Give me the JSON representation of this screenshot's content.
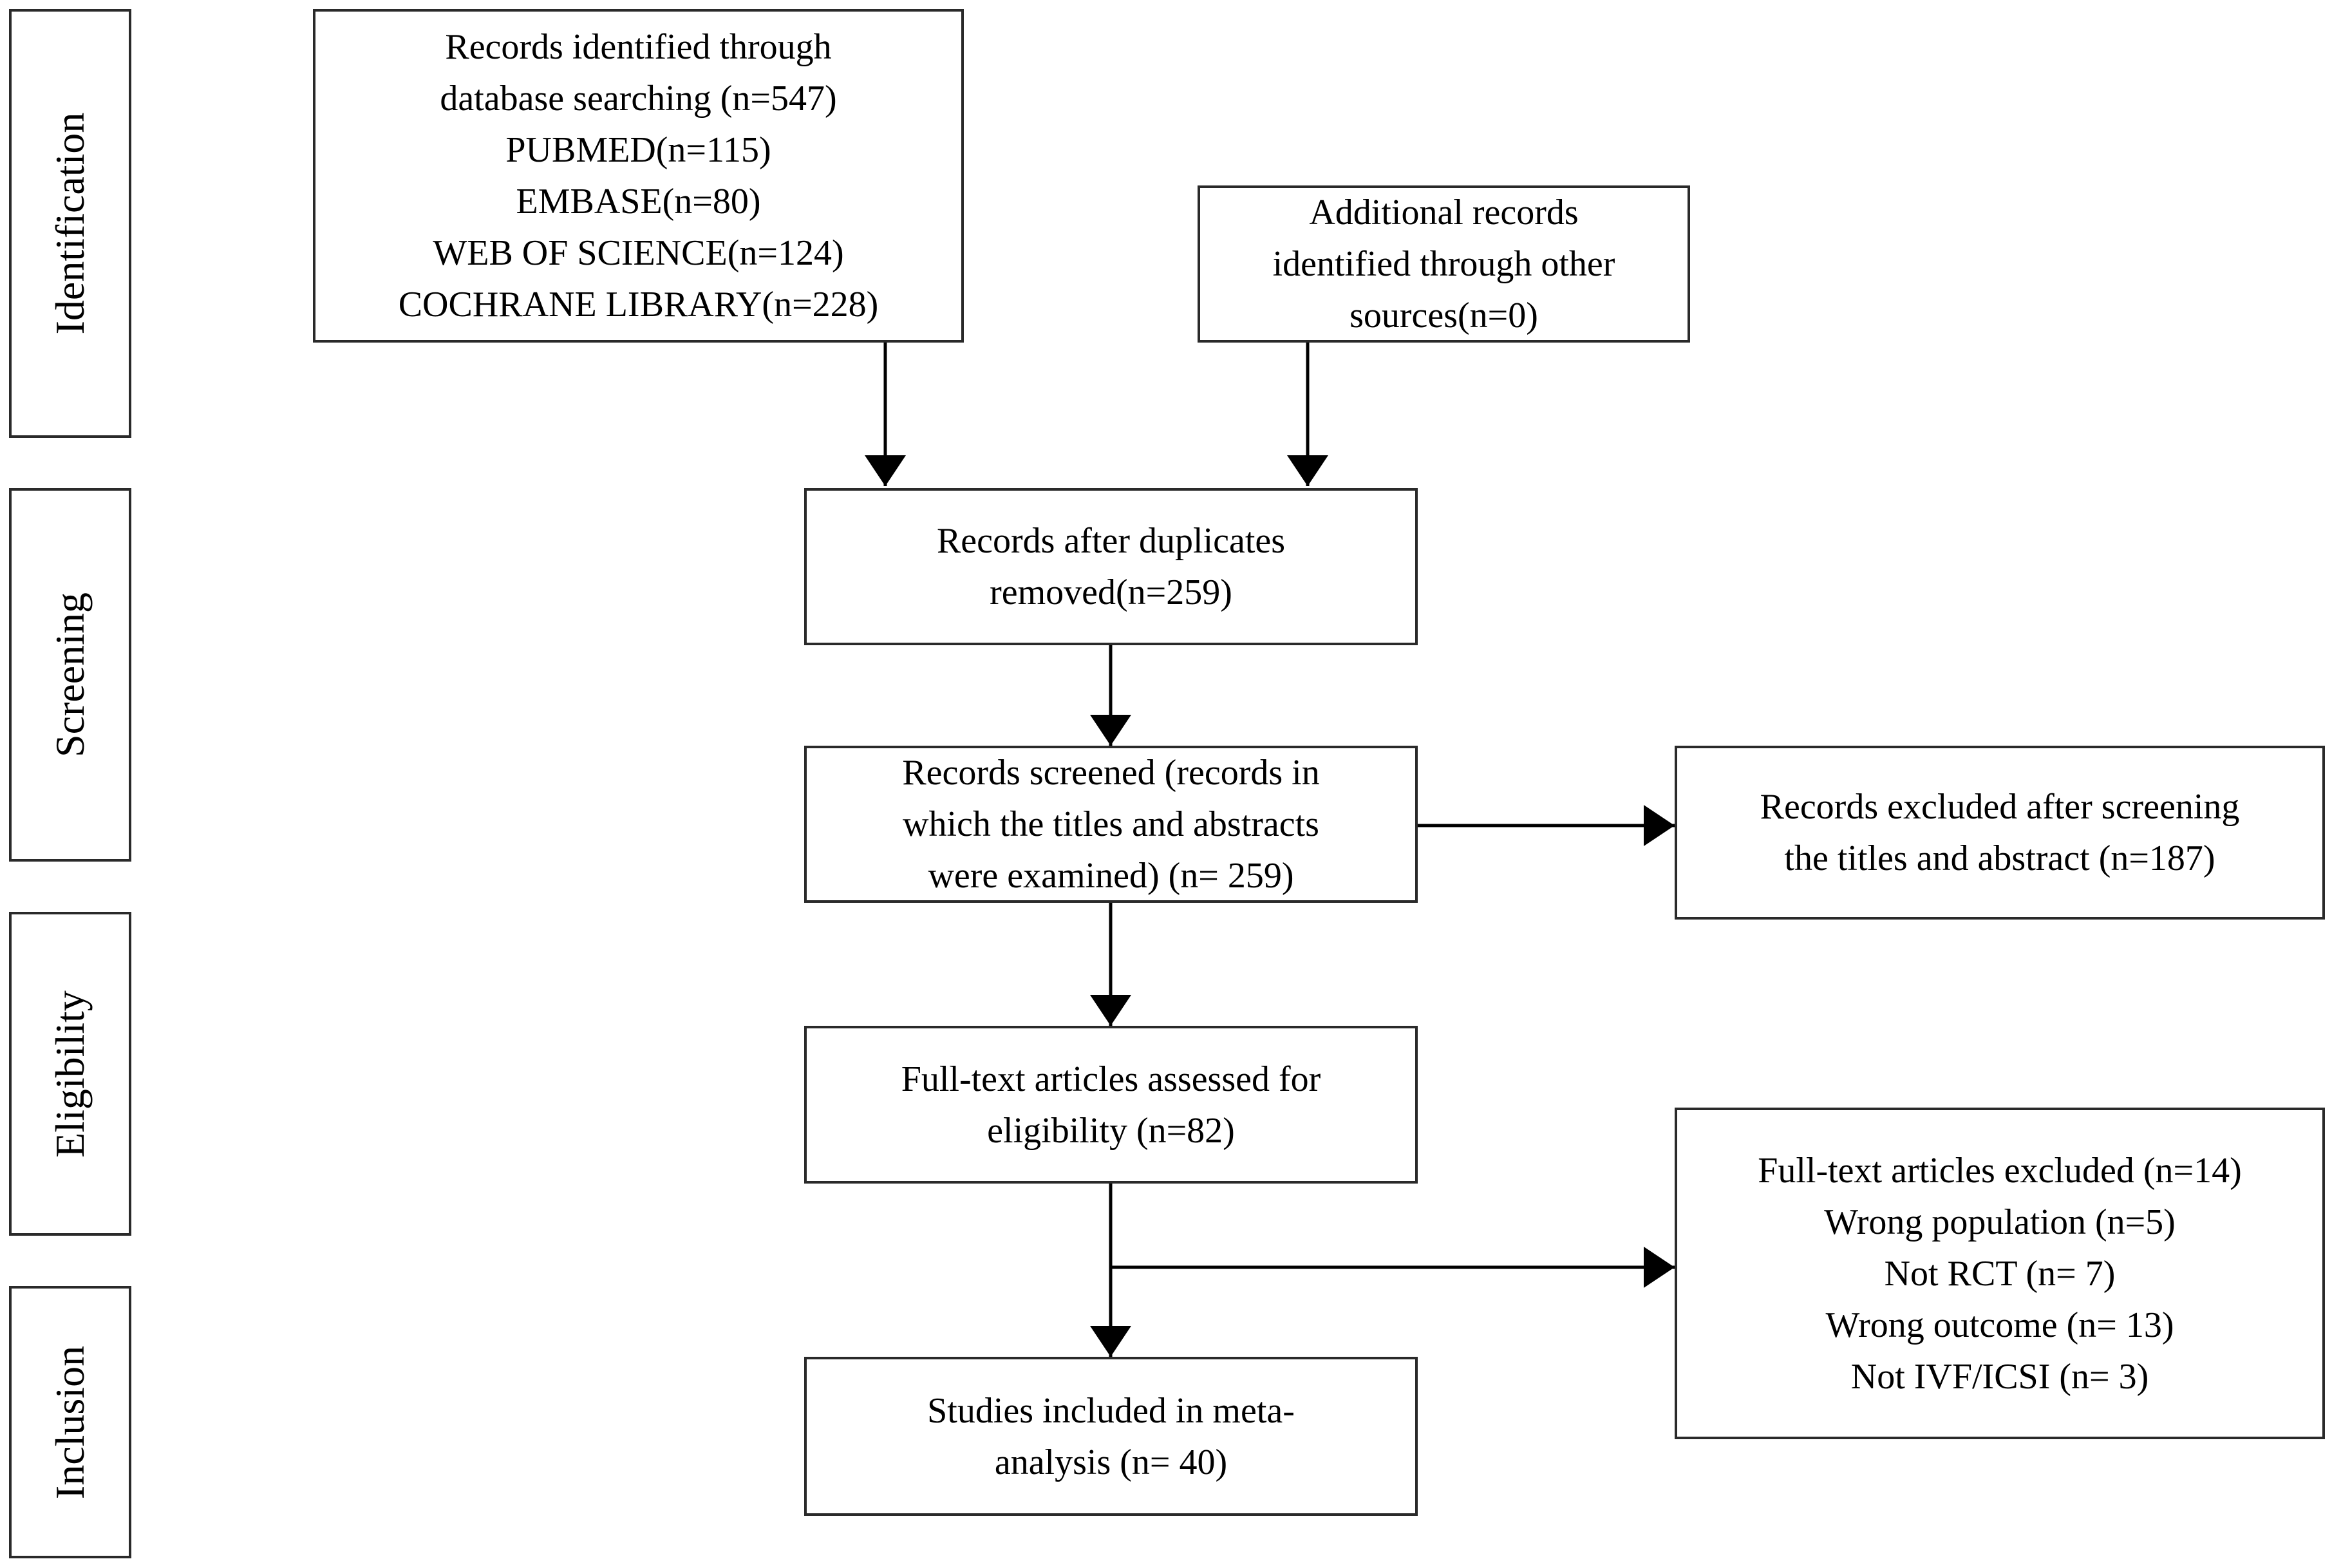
{
  "stages": {
    "identification": "Identification",
    "screening": "Screening",
    "eligibility": "Eligibility",
    "inclusion": "Inclusion"
  },
  "boxes": {
    "database": [
      "Records identified through",
      "database searching (n=547)",
      "PUBMED(n=115)",
      "EMBASE(n=80)",
      "WEB OF SCIENCE(n=124)",
      "COCHRANE LIBRARY(n=228)"
    ],
    "additional": [
      "Additional records",
      "identified through other",
      "sources(n=0)"
    ],
    "duplicates": [
      "Records after duplicates",
      "removed(n=259)"
    ],
    "screened": [
      "Records screened (records in",
      "which the titles and abstracts",
      "were examined) (n= 259)"
    ],
    "excluded_screening": [
      "Records excluded after screening",
      "the titles and abstract (n=187)"
    ],
    "fulltext": [
      "Full-text articles assessed for",
      "eligibility (n=82)"
    ],
    "excluded_fulltext": [
      "Full-text articles excluded (n=14)",
      "Wrong population (n=5)",
      "Not RCT (n= 7)",
      "Wrong outcome (n= 13)",
      "Not IVF/ICSI (n= 3)"
    ],
    "included": [
      "Studies included in meta-",
      "analysis (n= 40)"
    ]
  }
}
